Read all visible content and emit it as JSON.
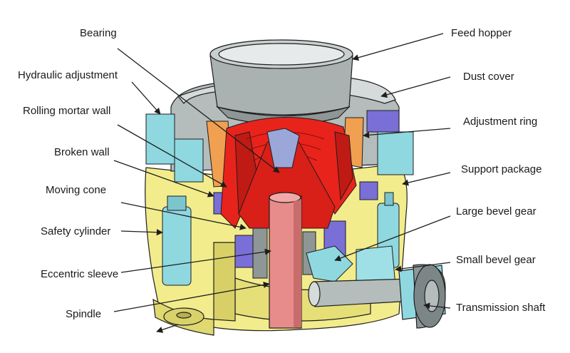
{
  "labels": {
    "bearing": "Bearing",
    "hydraulic_adjustment": "Hydraulic adjustment",
    "rolling_mortar_wall": "Rolling mortar wall",
    "broken_wall": "Broken wall",
    "moving_cone": "Moving cone",
    "safety_cylinder": "Safety cylinder",
    "eccentric_sleeve": "Eccentric sleeve",
    "spindle": "Spindle",
    "feed_hopper": "Feed hopper",
    "dust_cover": "Dust cover",
    "adjustment_ring": "Adjustment ring",
    "support_package": "Support package",
    "large_bevel_gear": "Large bevel gear",
    "small_bevel_gear": "Small bevel gear",
    "transmission_shaft": "Transmission shaft"
  },
  "colors": {
    "frame_yellow": "#f2ec8c",
    "frame_shadow": "#c9c25a",
    "steel_gray": "#b4bcbc",
    "steel_dark": "#7d8686",
    "liner_red": "#e8231c",
    "liner_dark": "#a5120d",
    "spindle_pink": "#e88b8b",
    "cyan_parts": "#8fd8e0",
    "purple_parts": "#7a6fd6",
    "orange_ring": "#f0a050",
    "outline": "#1e1e1e"
  }
}
